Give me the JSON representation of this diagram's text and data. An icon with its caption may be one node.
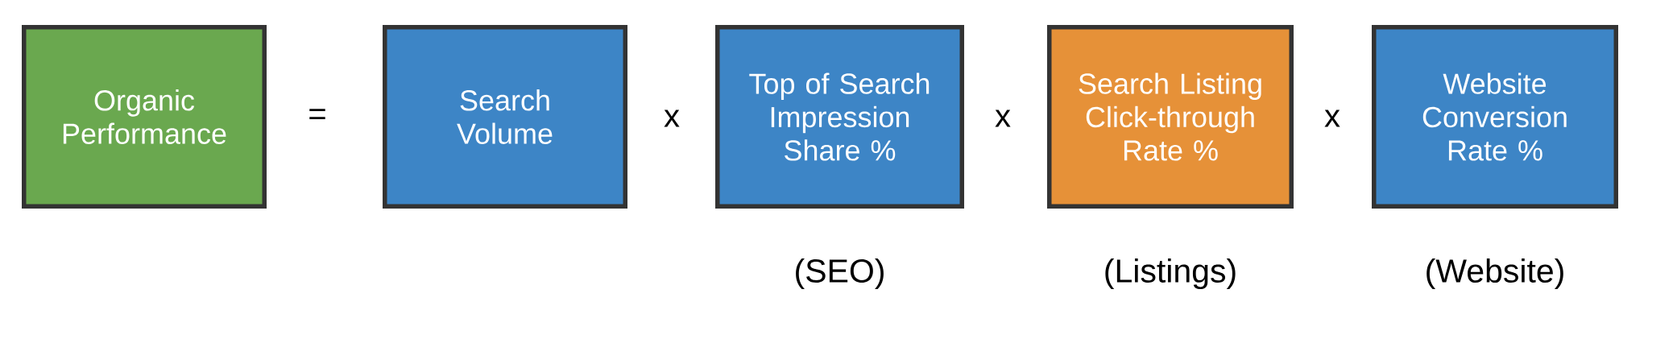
{
  "diagram": {
    "nodes": [
      {
        "text": [
          "Organic Performance"
        ]
      },
      {
        "text": [
          "Search Volume"
        ]
      },
      {
        "text": [
          "Top of Search Impression Share %"
        ],
        "beside": [
          "(SEO)"
        ]
      },
      {
        "text": [
          "Search Listing Click-through Rate %"
        ],
        "beside": [
          "(Listings)"
        ]
      },
      {
        "text": [
          "Website Conversion Rate %"
        ],
        "beside": [
          "(Website)"
        ]
      }
    ],
    "labels": [
      "=",
      "x",
      "x",
      "x"
    ]
  }
}
